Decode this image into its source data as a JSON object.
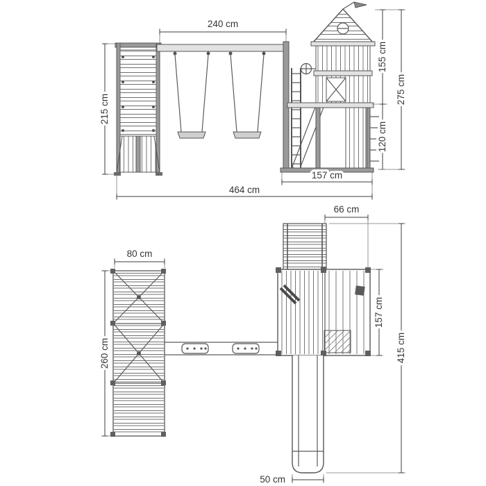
{
  "diagram": {
    "unit": "cm",
    "colors": {
      "line": "#5a5a5a",
      "dimension_line": "#3c3c3c",
      "label_text": "#353535",
      "background": "#ffffff"
    },
    "elevation": {
      "dims": {
        "swing_beam_width": "240 cm",
        "roof_section_height": "155 cm",
        "total_height": "275 cm",
        "climbing_frame_height": "215 cm",
        "platform_section_height": "120 cm",
        "tower_footprint_width": "157 cm",
        "total_width": "464 cm"
      }
    },
    "plan": {
      "dims": {
        "tower_wing_width": "66 cm",
        "climbing_frame_width": "80 cm",
        "platform_depth": "157 cm",
        "climbing_frame_depth": "260 cm",
        "total_depth": "415 cm",
        "slide_width": "50 cm"
      }
    }
  }
}
